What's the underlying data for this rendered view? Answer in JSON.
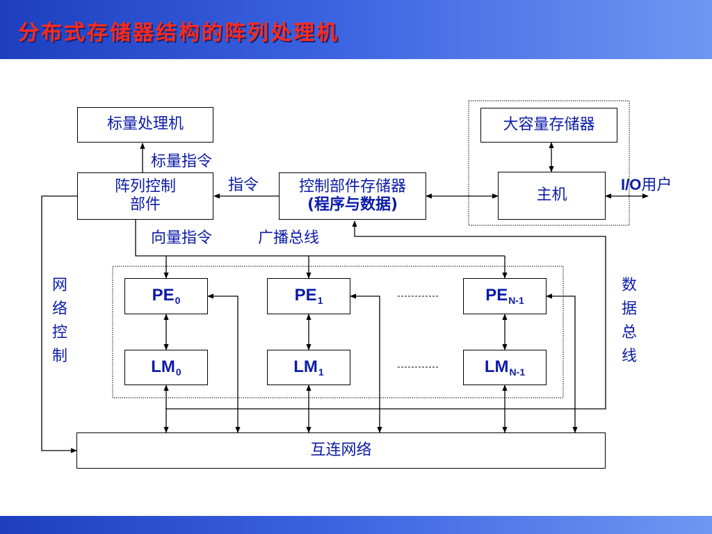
{
  "slide": {
    "title": "分布式存储器结构的阵列处理机"
  },
  "boxes": {
    "scalar_processor": "标量处理机",
    "array_control_line1": "阵列控制",
    "array_control_line2": "部件",
    "control_memory_line1": "控制部件存储器",
    "control_memory_line2": "(程序与数据)",
    "mass_storage": "大容量存储器",
    "host": "主机",
    "interconnect": "互连网络"
  },
  "pe_units": [
    {
      "pe": "PE",
      "pe_sub": "0",
      "lm": "LM",
      "lm_sub": "0"
    },
    {
      "pe": "PE",
      "pe_sub": "1",
      "lm": "LM",
      "lm_sub": "1"
    },
    {
      "pe": "PE",
      "pe_sub": "N-1",
      "lm": "LM",
      "lm_sub": "N-1"
    }
  ],
  "labels": {
    "scalar_instruction": "标量指令",
    "instruction": "指令",
    "vector_instruction": "向量指令",
    "broadcast_bus": "广播总线",
    "io_bold": "I/O",
    "io_users": "用户",
    "network_control": "网络控制",
    "data_bus": "数据总线"
  },
  "colors": {
    "title_text": "#ff2a1a",
    "title_shadow": "#14267a",
    "header_gradient_start": "#1d3fbf",
    "header_gradient_end": "#6e97f3",
    "text_blue": "#0a1aa8"
  }
}
